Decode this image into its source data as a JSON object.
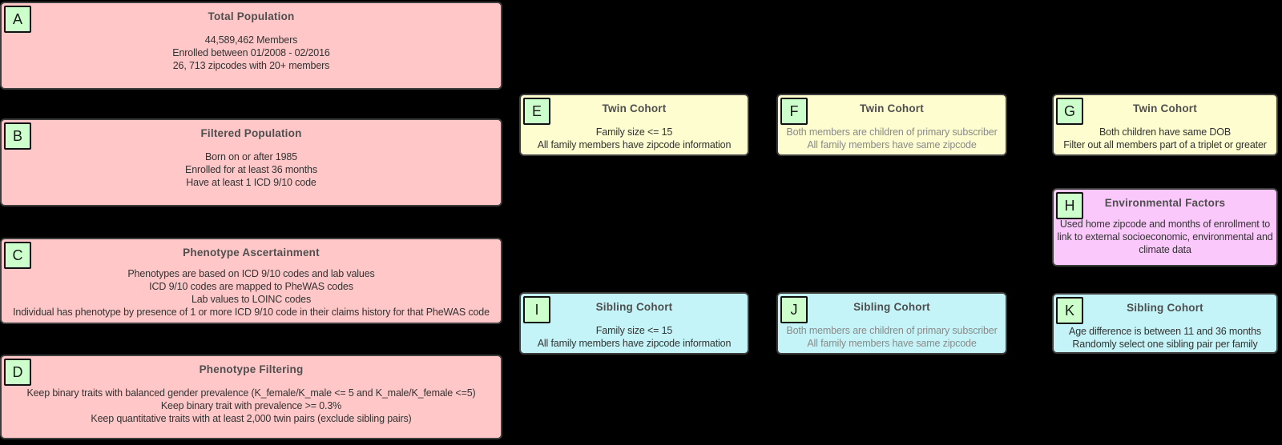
{
  "palette": {
    "background": "#000000",
    "node_pink": "#ffc7c7",
    "node_yellow": "#fdfdcf",
    "node_cyan": "#c4f4f7",
    "node_magenta": "#fbc8fb",
    "badge_green": "#ccffcc",
    "border": "#3d3d3d",
    "title_text": "#4f4f4f",
    "body_text": "#333333",
    "muted_body_text": "#8a8a8a"
  },
  "boxes": [
    {
      "id": "A",
      "title": "Total Population",
      "lines": [
        "44,589,462 Members",
        "Enrolled between 01/2008 - 02/2016",
        "26, 713 zipcodes with 20+ members"
      ]
    },
    {
      "id": "B",
      "title": "Filtered Population",
      "lines": [
        "Born on or after 1985",
        "Enrolled for at least 36 months",
        "Have at least 1 ICD 9/10 code"
      ]
    },
    {
      "id": "C",
      "title": "Phenotype Ascertainment",
      "lines": [
        "Phenotypes are based on ICD 9/10 codes and lab values",
        "ICD 9/10 codes are mapped to PheWAS codes",
        "Lab values to LOINC codes",
        "Individual has phenotype by presence of 1 or more ICD 9/10 code in their claims history for that PheWAS code"
      ]
    },
    {
      "id": "D",
      "title": "Phenotype Filtering",
      "lines": [
        "Keep binary traits with balanced gender prevalence (K_female/K_male <= 5 and K_male/K_female <=5)",
        "Keep binary trait with prevalence >= 0.3%",
        "Keep quantitative traits with at least 2,000 twin pairs (exclude sibling pairs)"
      ]
    },
    {
      "id": "E",
      "title": "Twin Cohort",
      "lines": [
        "Family size <= 15",
        "All family members have zipcode information"
      ]
    },
    {
      "id": "F",
      "title": "Twin Cohort",
      "lines": [
        "Both members are children of primary subscriber",
        "All family members have same zipcode"
      ]
    },
    {
      "id": "G",
      "title": "Twin Cohort",
      "lines": [
        "Both children have same DOB",
        "Filter out all members part of a triplet or greater"
      ]
    },
    {
      "id": "H",
      "title": "Environmental Factors",
      "lines": [
        "Used home zipcode and months of enrollment to",
        "link to external socioeconomic, environmental and",
        "climate data"
      ]
    },
    {
      "id": "I",
      "title": "Sibling Cohort",
      "lines": [
        "Family size <= 15",
        "All family members have zipcode information"
      ]
    },
    {
      "id": "J",
      "title": "Sibling Cohort",
      "lines": [
        "Both members are children of primary subscriber",
        "All family members have same zipcode"
      ]
    },
    {
      "id": "K",
      "title": "Sibling Cohort",
      "lines": [
        "Age difference is between 11 and 36 months",
        "Randomly select one sibling pair per family"
      ]
    }
  ]
}
